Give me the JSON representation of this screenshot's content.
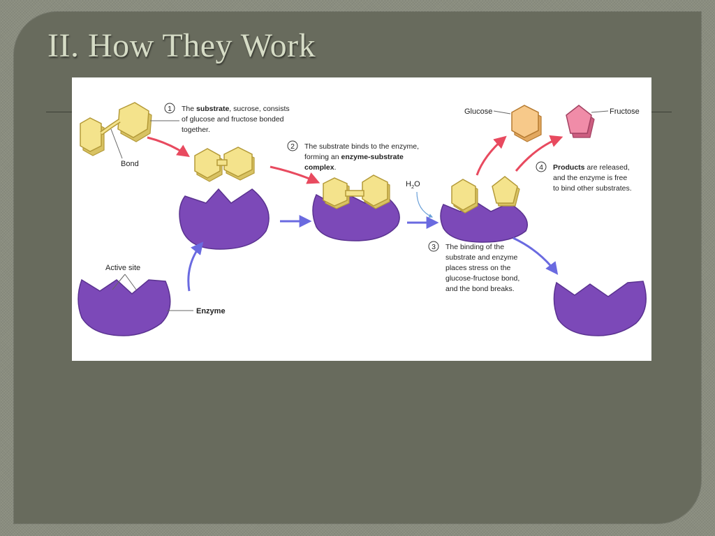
{
  "slide": {
    "title": "II. How They Work"
  },
  "figure": {
    "step1": {
      "number": "1",
      "line1_prefix": "The ",
      "line1_bold": "substrate",
      "line1_suffix": ", sucrose, consists",
      "line2": "of glucose and fructose bonded",
      "line3": "together."
    },
    "step2": {
      "number": "2",
      "line1": "The substrate binds to the enzyme,",
      "line2_prefix": "forming an ",
      "line2_bold": "enzyme-substrate",
      "line3_bold": "complex",
      "line3_suffix": "."
    },
    "step3": {
      "number": "3",
      "line1": "The binding of the",
      "line2": "substrate and enzyme",
      "line3": "places stress on the",
      "line4": "glucose-fructose bond,",
      "line5": "and the bond breaks."
    },
    "step4": {
      "number": "4",
      "line1_bold": "Products",
      "line1_suffix": " are released,",
      "line2": "and the enzyme is free",
      "line3": "to bind other substrates."
    },
    "labels": {
      "bond": "Bond",
      "active_site": "Active site",
      "enzyme": "Enzyme",
      "glucose": "Glucose",
      "fructose": "Fructose",
      "water_h": "H",
      "water_sub": "2",
      "water_o": "O"
    },
    "colors": {
      "enzyme": "#7c49b8",
      "substrate": "#f4e38c",
      "glucose": "#f7c98a",
      "fructose": "#f08ca8",
      "arrow_red": "#e84a5f",
      "arrow_blue": "#6a6ae0"
    }
  }
}
